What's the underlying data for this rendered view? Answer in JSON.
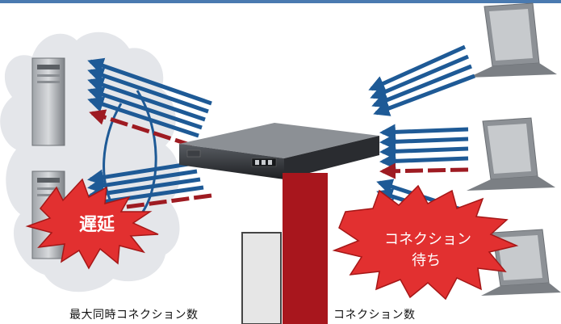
{
  "labels": {
    "max_connections": "最大同時コネクション数",
    "connections": "コネクション数",
    "delay_burst": "遅延",
    "waiting_burst_line1": "コネクション",
    "waiting_burst_line2": "待ち"
  },
  "colors": {
    "arrow_blue": "#1e5a96",
    "arrow_red": "#9e1b22",
    "burst_red": "#e23030",
    "bar_red": "#a8161d",
    "bar_gray": "#e6e6e6",
    "cloud": "#e4e6ea",
    "top_border": "#4a7ab0"
  },
  "icons": [
    "server-icon",
    "load-balancer-icon",
    "laptop-icon",
    "cloud-shape"
  ]
}
